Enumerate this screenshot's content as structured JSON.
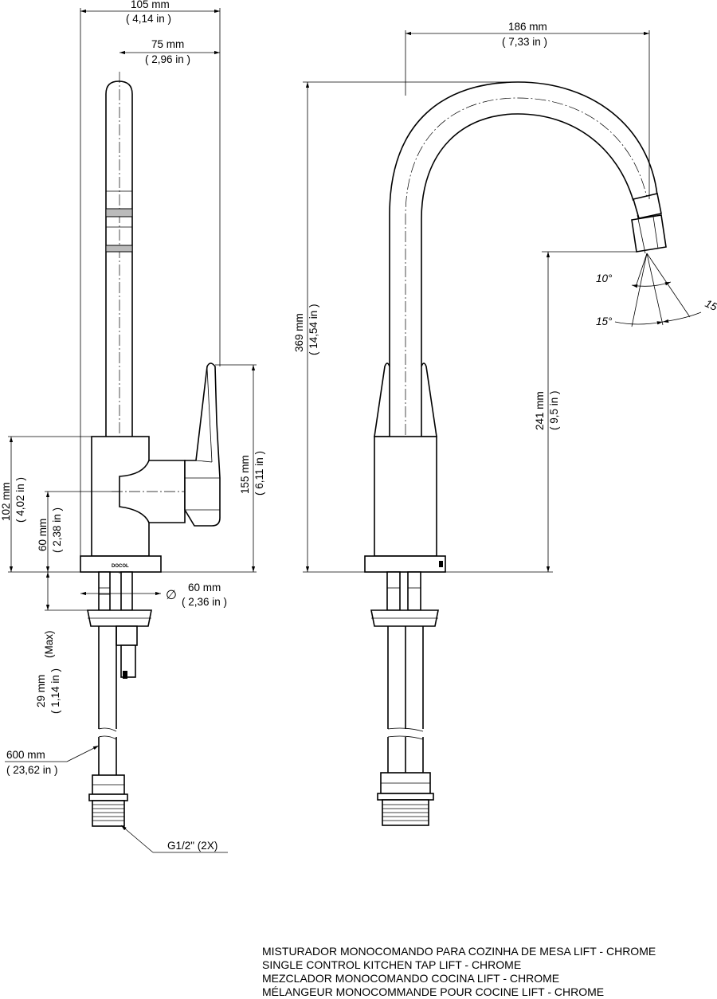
{
  "dimensions": {
    "width_total": {
      "mm": "105 mm",
      "in": "( 4,14 in )"
    },
    "width_handle": {
      "mm": "75 mm",
      "in": "( 2,96 in )"
    },
    "reach": {
      "mm": "186 mm",
      "in": "( 7,33 in )"
    },
    "height_total": {
      "mm": "369 mm",
      "in": "( 14,54 in )"
    },
    "spout_height": {
      "mm": "241 mm",
      "in": "( 9,5 in )"
    },
    "handle_height": {
      "mm": "155 mm",
      "in": "( 6,11 in )"
    },
    "body_height": {
      "mm": "102 mm",
      "in": "( 4,02 in )"
    },
    "lever_axis": {
      "mm": "60 mm",
      "in": "( 2,38 in )"
    },
    "base_diameter": {
      "symbol": "∅",
      "mm": "60 mm",
      "in": "( 2,36 in )"
    },
    "max_thickness": {
      "mm": "29 mm",
      "in": "( 1,14 in )",
      "note": "(Max)"
    },
    "hose_length": {
      "mm": "600 mm",
      "in": "( 23,62 in )"
    },
    "thread": "G1/2\" (2X)",
    "angle_10": "10°",
    "angle_15_left": "15°",
    "angle_15_right": "15°"
  },
  "brand_mark": "DOCOL",
  "titles": [
    "MISTURADOR MONOCOMANDO PARA COZINHA DE MESA LIFT - CHROME",
    "SINGLE CONTROL KITCHEN TAP LIFT - CHROME",
    "MEZCLADOR MONOCOMANDO COCINA LIFT - CHROME",
    "MÉLANGEUR MONOCOMMANDE POUR COCINE LIFT - CHROME"
  ]
}
